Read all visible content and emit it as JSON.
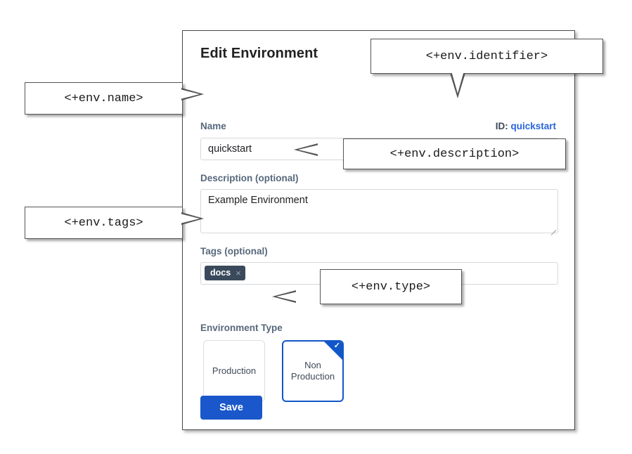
{
  "dialog": {
    "title": "Edit Environment",
    "id_label": "ID:",
    "id_value": "quickstart",
    "fields": {
      "name": {
        "label": "Name",
        "value": "quickstart",
        "placeholder": ""
      },
      "description": {
        "label": "Description (optional)",
        "value": "Example Environment",
        "placeholder": ""
      },
      "tags": {
        "label": "Tags (optional)",
        "placeholder": "",
        "chips": [
          {
            "text": "docs",
            "remove_icon": "×"
          }
        ]
      },
      "environment_type": {
        "label": "Environment Type",
        "options": [
          {
            "label": "Production",
            "selected": false
          },
          {
            "label": "Non Production",
            "selected": true
          }
        ],
        "selected_check_icon": "✓"
      }
    },
    "save_label": "Save"
  },
  "annotations": [
    {
      "key": "name",
      "text": "<+env.name>"
    },
    {
      "key": "identifier",
      "text": "<+env.identifier>"
    },
    {
      "key": "description",
      "text": "<+env.description>"
    },
    {
      "key": "tags",
      "text": "<+env.tags>"
    },
    {
      "key": "type",
      "text": "<+env.type>"
    }
  ],
  "colors": {
    "accent_blue": "#1a57ca",
    "link_blue": "#2864dc",
    "label_slate": "#57687c",
    "chip_dark": "#3a4a5c",
    "card_border": "#4a4a4a"
  }
}
